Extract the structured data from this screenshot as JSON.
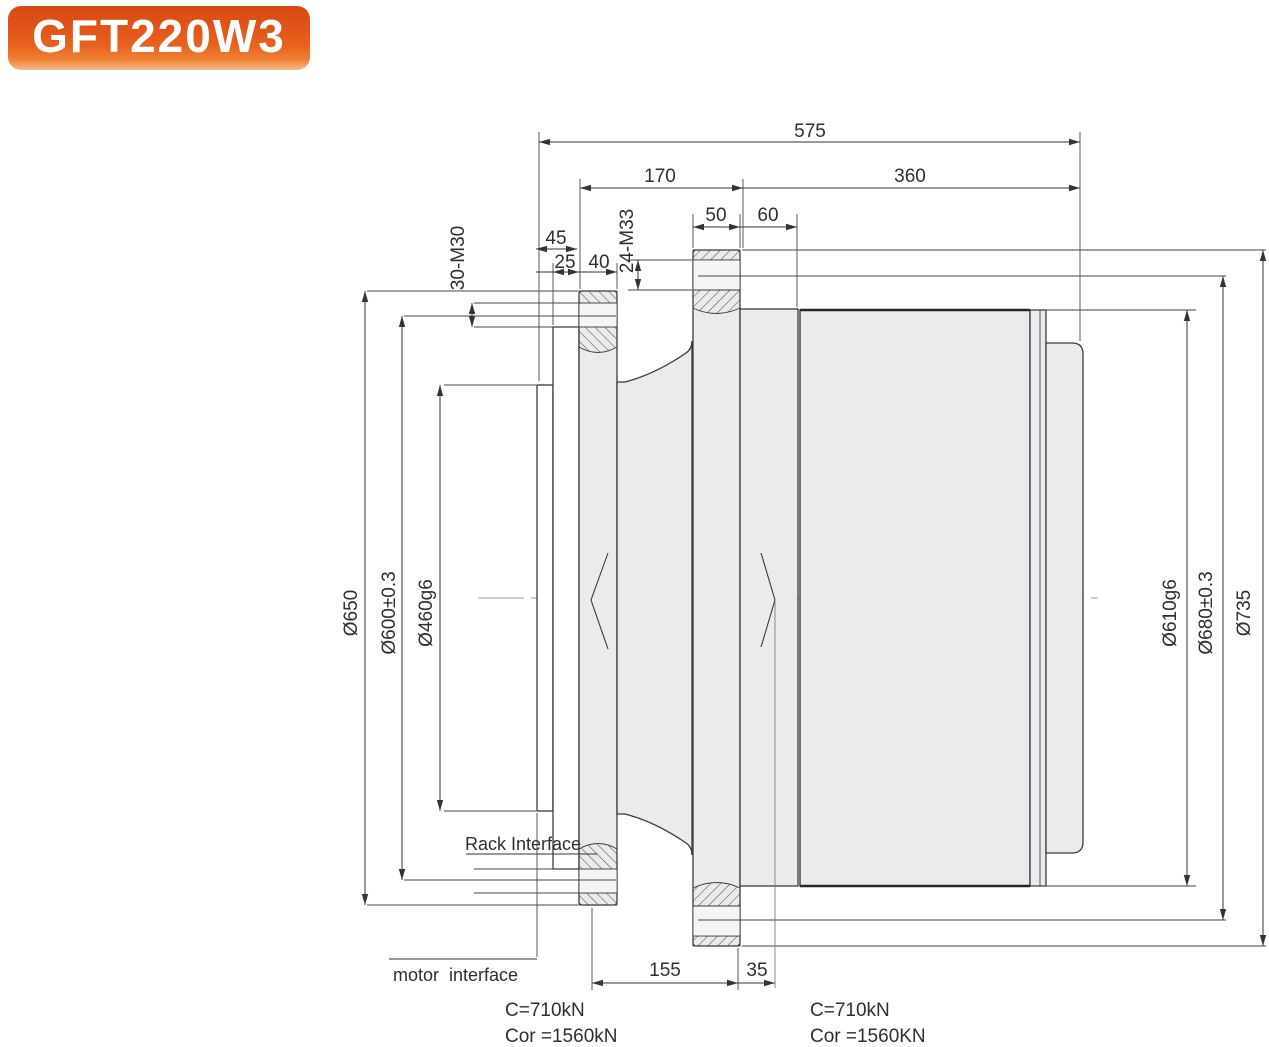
{
  "product": {
    "model": "GFT220W3"
  },
  "drawing": {
    "dims_top": {
      "overall_length": "575",
      "front_section": "170",
      "rear_section": "360",
      "flange_width": "50",
      "step_width": "60"
    },
    "dims_left": {
      "pilot_depth": "45",
      "plate_thickness": "25",
      "flange_thickness": "40"
    },
    "bolt_labels": {
      "left_flange": "30-M30",
      "right_flange": "24-M33"
    },
    "dia_left": [
      "Ø650",
      "Ø600±0.3",
      "Ø460g6"
    ],
    "dia_right": [
      "Ø610g6",
      "Ø680±0.3",
      "Ø735"
    ],
    "dims_bottom": {
      "rack_offset": "155",
      "face_offset": "35"
    },
    "interfaces": {
      "rack": "Rack Interface",
      "motor": "motor interface"
    },
    "ratings_left": {
      "dynamic": "C=710kN",
      "static": "Cor =1560kN"
    },
    "ratings_right": {
      "dynamic": "C=710kN",
      "static": "Cor =1560KN"
    }
  },
  "colors": {
    "accent_orange": "#e8621f",
    "body_fill": "#ebebed",
    "line": "#33333a"
  }
}
